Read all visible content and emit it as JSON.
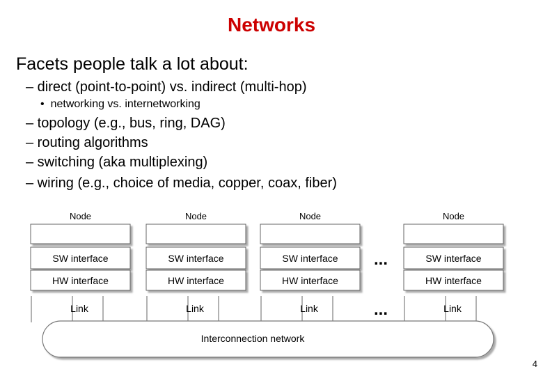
{
  "slide": {
    "title": "Networks",
    "intro": "Facets people talk a lot about:",
    "bullets": [
      {
        "text": "– direct (point-to-point) vs. indirect (multi-hop)"
      },
      {
        "text": "networking vs. internetworking"
      },
      {
        "text": "– topology (e.g., bus, ring, DAG)"
      },
      {
        "text": "– routing algorithms"
      },
      {
        "text": "– switching (aka multiplexing)"
      },
      {
        "text": "– wiring (e.g., choice of media, copper, coax, fiber)"
      }
    ],
    "page_number": "4"
  },
  "diagram": {
    "node_label": "Node",
    "sw_label": "SW interface",
    "hw_label": "HW interface",
    "link_label": "Link",
    "ellipsis": "...",
    "network_label": "Interconnection network"
  }
}
